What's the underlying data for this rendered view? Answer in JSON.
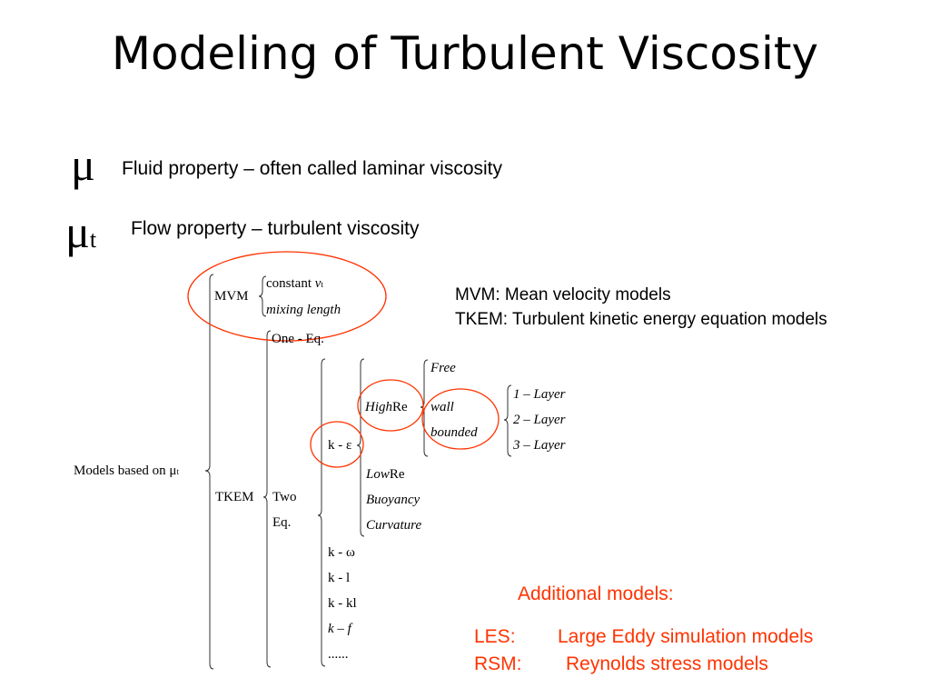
{
  "title": "Modeling of Turbulent Viscosity",
  "definitions": [
    {
      "symbol": "μ",
      "subscript": "",
      "text": "Fluid property – often called laminar viscosity"
    },
    {
      "symbol": "μ",
      "subscript": "t",
      "text": "Flow  property – turbulent viscosity"
    }
  ],
  "tree": {
    "root": "Models based on μ",
    "root_sub": "t",
    "mvm": {
      "label": "MVM",
      "constant": "constant",
      "nu": "ν",
      "nu_sub": "t",
      "mixing": "mixing length"
    },
    "tkem": {
      "label": "TKEM",
      "one_eq": "One - Eq.",
      "two": "Two",
      "eq": "Eq.",
      "k_eps": "k - ε",
      "high": "High",
      "re": "Re",
      "free": "Free",
      "wall": "wall",
      "bounded": "bounded",
      "layers": [
        "1 – Layer",
        "2 – Layer",
        "3 – Layer"
      ],
      "low": "Low",
      "low_re": "Re",
      "buoyancy": "Buoyancy",
      "curvature": "Curvature",
      "others": [
        "k - ω",
        "k - l",
        "k - kl",
        "k – f",
        "......"
      ]
    }
  },
  "legend": [
    "MVM: Mean velocity models",
    "TKEM: Turbulent kinetic energy equation models"
  ],
  "additional": {
    "heading": "Additional models:",
    "items": [
      {
        "abbr": "LES:",
        "text": "Large Eddy simulation models"
      },
      {
        "abbr": "RSM:",
        "text": "Reynolds stress models"
      }
    ]
  },
  "colors": {
    "highlight": "#ff3300",
    "text": "#000000"
  }
}
